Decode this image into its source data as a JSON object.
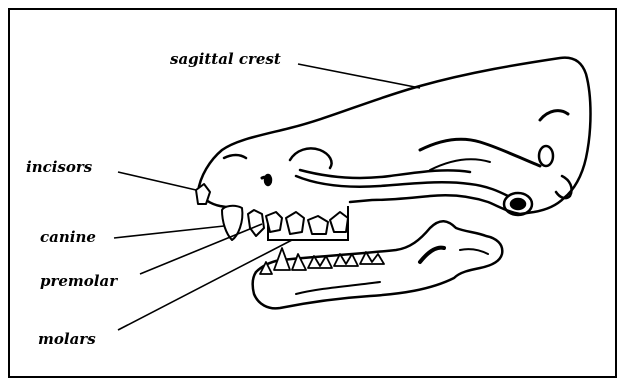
{
  "labels": {
    "sagittal_crest": "sagittal crest",
    "incisors": "incisors",
    "canine": "canine",
    "premolar": "premolar",
    "molars": "molars"
  },
  "colors": {
    "ink": "#000000",
    "paper": "#ffffff"
  }
}
